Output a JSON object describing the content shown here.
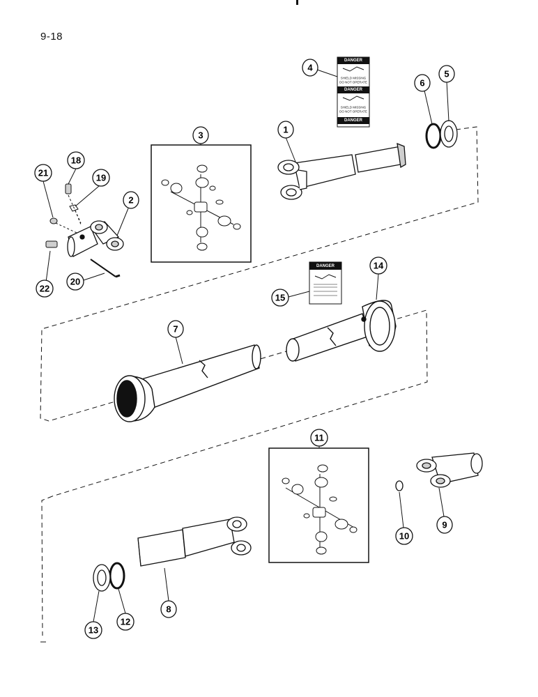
{
  "page": {
    "number": "9-18"
  },
  "colors": {
    "ink": "#111111",
    "paper": "#ffffff",
    "shade": "#cfcfcf",
    "mid": "#8a8a8a"
  },
  "callouts": [
    "1",
    "2",
    "3",
    "4",
    "5",
    "6",
    "7",
    "8",
    "9",
    "10",
    "11",
    "12",
    "13",
    "14",
    "15",
    "18",
    "19",
    "20",
    "21",
    "22"
  ],
  "decals": {
    "danger_label": "DANGER",
    "shield_missing_line1": "SHIELD MISSING",
    "shield_missing_line2": "DO NOT OPERATE"
  }
}
